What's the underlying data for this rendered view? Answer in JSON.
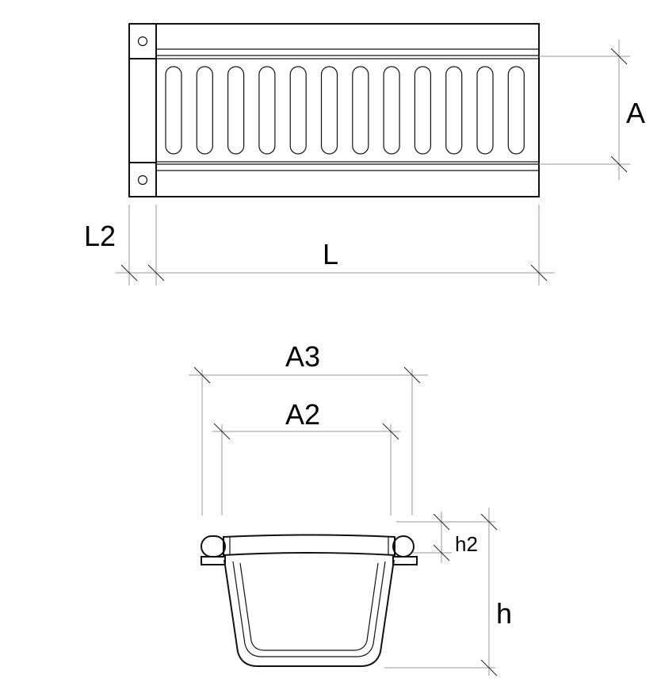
{
  "top_view": {
    "labels": {
      "A": "A",
      "L": "L",
      "L2": "L2"
    },
    "slot_count": 12
  },
  "section_view": {
    "labels": {
      "A3": "A3",
      "A2": "A2",
      "h2": "h2",
      "h": "h"
    }
  }
}
